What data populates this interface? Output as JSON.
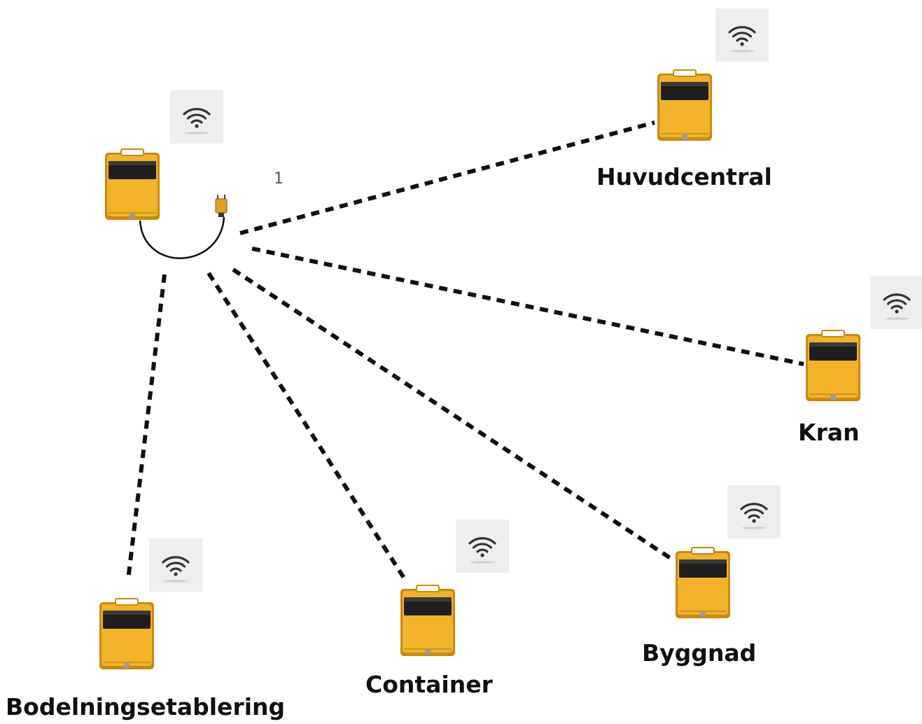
{
  "diagram": {
    "link_number": "1",
    "nodes": [
      {
        "id": "source",
        "label": ""
      },
      {
        "id": "huvudcentral",
        "label": "Huvudcentral"
      },
      {
        "id": "kran",
        "label": "Kran"
      },
      {
        "id": "byggnad",
        "label": "Byggnad"
      },
      {
        "id": "container",
        "label": "Container"
      },
      {
        "id": "bodelningsetablering",
        "label": "Bodelningsetablering"
      }
    ],
    "links": [
      {
        "from": "source",
        "to": "huvudcentral",
        "style": "dashed"
      },
      {
        "from": "source",
        "to": "kran",
        "style": "dashed"
      },
      {
        "from": "source",
        "to": "byggnad",
        "style": "dashed"
      },
      {
        "from": "source",
        "to": "container",
        "style": "dashed"
      },
      {
        "from": "source",
        "to": "bodelningsetablering",
        "style": "dashed"
      }
    ],
    "icons": [
      "wifi-icon",
      "device-icon",
      "cable-connector-icon"
    ],
    "colors": {
      "device_body": "#f2b32a",
      "device_frame": "#c88a10",
      "device_screen": "#1e1e1e",
      "link": "#111111",
      "wifi_tile": "#eeeeee",
      "wifi_icon": "#333333"
    }
  }
}
